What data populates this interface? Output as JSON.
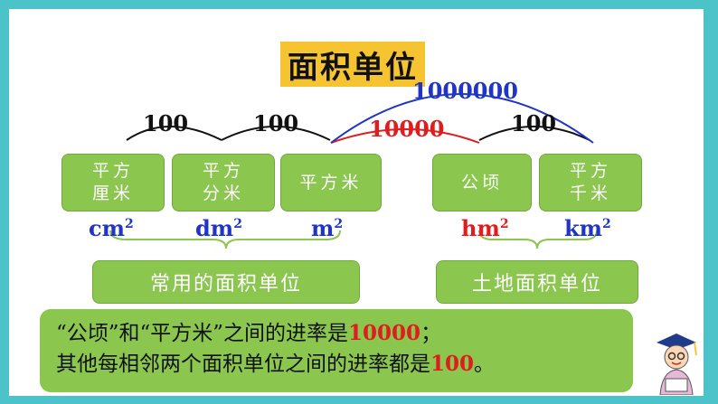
{
  "title": "面积单位",
  "units": [
    {
      "name_line1": "平方",
      "name_line2": "厘米",
      "symbol": "cm",
      "exp": "2"
    },
    {
      "name_line1": "平方",
      "name_line2": "分米",
      "symbol": "dm",
      "exp": "2"
    },
    {
      "name_line1": "平方米",
      "name_line2": "",
      "symbol": "m",
      "exp": "2"
    },
    {
      "name_line1": "公顷",
      "name_line2": "",
      "symbol": "hm",
      "exp": "2"
    },
    {
      "name_line1": "平方",
      "name_line2": "千米",
      "symbol": "km",
      "exp": "2"
    }
  ],
  "rates": {
    "cm_dm": "100",
    "dm_m": "100",
    "m_hm": "10000",
    "hm_km": "100",
    "m_km": "1000000"
  },
  "categories": {
    "common": "常用的面积单位",
    "land": "土地面积单位"
  },
  "note": {
    "line1_prefix": "“公顷”和“平方米”之间的进率是",
    "line1_value": "10000",
    "line1_suffix": "；",
    "line2_prefix": "其他每相邻两个面积单位之间的进率都是",
    "line2_value": "100",
    "line2_suffix": "。"
  },
  "colors": {
    "background": "#4cc2c9",
    "box_green": "#8bc64f",
    "title_yellow": "#f7c431",
    "blue": "#1f35c8",
    "red": "#e01d1d"
  }
}
